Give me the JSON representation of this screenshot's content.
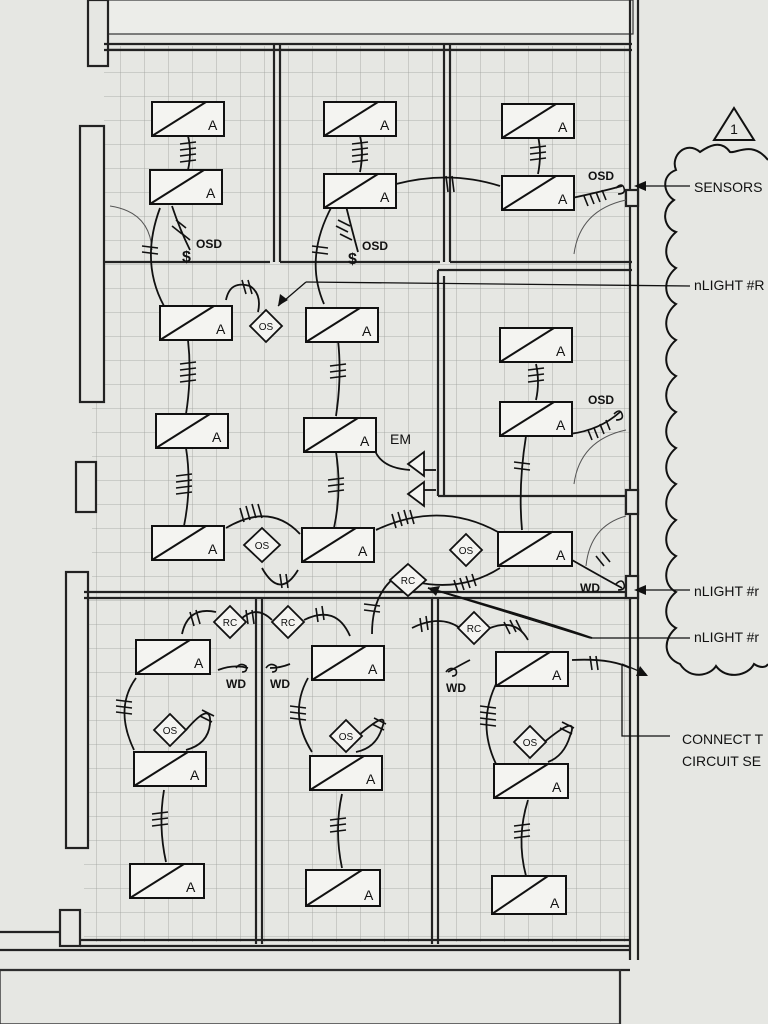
{
  "sheet": {
    "revision_tag": "1",
    "callouts": {
      "sensors": "SENSORS",
      "nlight_1": "nLIGHT #R",
      "nlight_2": "nLIGHT #r",
      "nlight_3": "nLIGHT #r",
      "connect_line1": "CONNECT T",
      "connect_line2": "CIRCUIT SE"
    }
  },
  "legend": {
    "fixture_type": "A",
    "occupancy_sensor": "OS",
    "daylight_sensor": "OSD",
    "room_controller": "RC",
    "wall_dimmer": "WD",
    "emergency": "EM",
    "switch_symbol": "$"
  },
  "colors": {
    "paper": "#e6e7e3",
    "ink": "#111111",
    "grid": "#9a9c99"
  }
}
